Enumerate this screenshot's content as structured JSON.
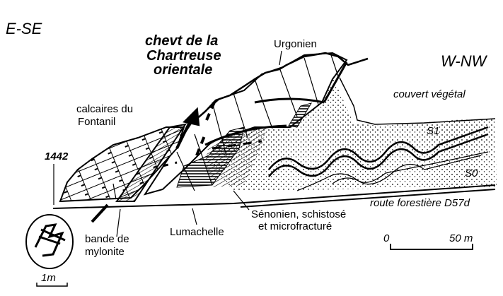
{
  "orientation": {
    "left": "E-SE",
    "right": "W-NW"
  },
  "title": {
    "line1": "chevt de la",
    "line2": "Chartreuse",
    "line3": "orientale"
  },
  "labels": {
    "urgonien": "Urgonien",
    "couvert": "couvert végétal",
    "calcaires_1": "calcaires du",
    "calcaires_2": "Fontanil",
    "s1": "S1",
    "s0": "S0",
    "altitude": "1442",
    "route": "route forestière  D57d",
    "senonien_1": "Sénonien, schistosé",
    "senonien_2": "et  microfracturé",
    "lumachelle": "Lumachelle",
    "mylonite_1": "bande de",
    "mylonite_2": "mylonite"
  },
  "scale": {
    "start": "0",
    "end": "50 m",
    "inset": "1m"
  }
}
